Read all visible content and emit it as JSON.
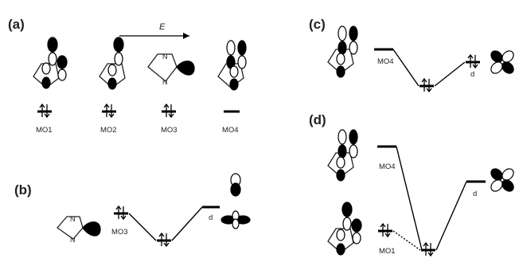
{
  "panels": {
    "a": "(a)",
    "b": "(b)",
    "c": "(c)",
    "d": "(d)"
  },
  "energy_label": "E",
  "panel_a": {
    "mo_labels": [
      "MO1",
      "MO2",
      "MO3",
      "MO4"
    ],
    "occupancy": [
      "paired",
      "paired",
      "paired",
      "empty"
    ]
  },
  "panel_b": {
    "ligand_label": "MO3",
    "metal_label": "d"
  },
  "panel_c": {
    "ligand_label": "MO4",
    "metal_label": "d"
  },
  "panel_d": {
    "upper_label": "MO4",
    "lower_label": "MO1",
    "metal_label": "d"
  },
  "colors": {
    "line": "#000000",
    "background": "#ffffff"
  }
}
